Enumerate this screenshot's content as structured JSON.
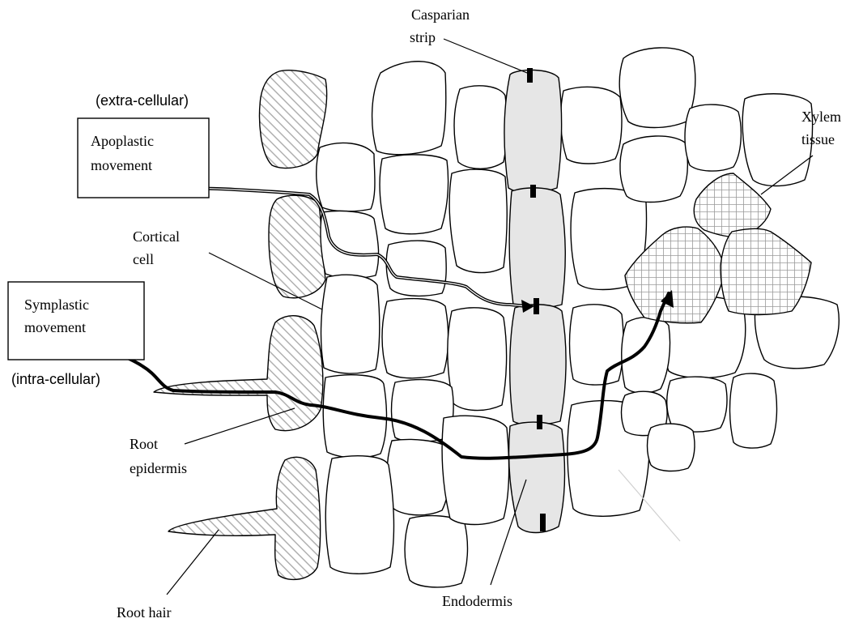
{
  "labels": {
    "casparian_line1": "Casparian",
    "casparian_line2": "strip",
    "extra_cellular": "(extra-cellular)",
    "apoplastic_line1": "Apoplastic",
    "apoplastic_line2": "movement",
    "xylem_line1": "Xylem",
    "xylem_line2": "tissue",
    "cortical_line1": "Cortical",
    "cortical_line2": "cell",
    "symplastic_line1": "Symplastic",
    "symplastic_line2": "movement",
    "intra_cellular": "(intra-cellular)",
    "root_epidermis_line1": "Root",
    "root_epidermis_line2": "epidermis",
    "root_hair": "Root hair",
    "endodermis": "Endodermis"
  },
  "colors": {
    "outline": "#000000",
    "endodermis_fill": "#e6e6e6",
    "epidermis_hatch": "#b0b0b0",
    "xylem_grid": "#9a9a9a"
  }
}
